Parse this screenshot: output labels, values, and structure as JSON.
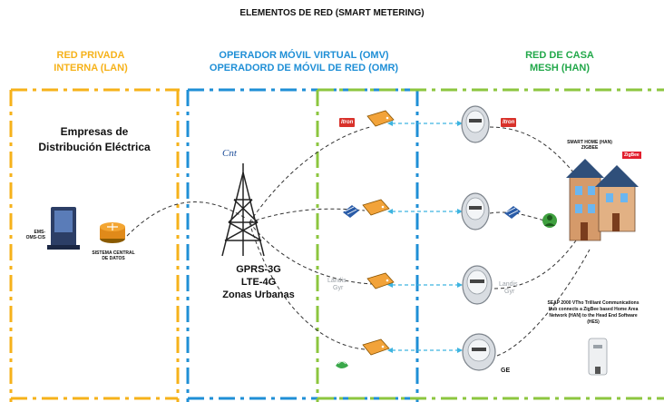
{
  "title": "ELEMENTOS DE RED (SMART METERING)",
  "sections": {
    "lan": {
      "line1": "RED PRIVADA",
      "line2": "INTERNA (LAN)"
    },
    "omv": {
      "line1": "OPERADOR MÓVIL VIRTUAL (OMV)",
      "line2": "OPERADORD DE MÓVIL DE RED (OMR)"
    },
    "han": {
      "line1": "RED DE CASA",
      "line2": "MESH (HAN)"
    }
  },
  "company": "Empresas de Distribución Eléctrica",
  "server_label": {
    "line1": "EMS-",
    "line2": "OMS-CIS"
  },
  "central_label": {
    "line1": "SISTEMA CENTRAL",
    "line2": "DE DATOS"
  },
  "network": {
    "line1": "GPRS-3G",
    "line2": "LTE-4G",
    "line3": "Zonas Urbanas"
  },
  "smart_home": {
    "line1": "SMART HOME (HAN)",
    "line2": "ZIGBEE"
  },
  "seap_text": "SEAP 2000 VTho Trilliant Communications Hub connects a ZigBee based Home Area Network (HAN) to the Head End Software (HES)",
  "ge_label": "GE",
  "brands": {
    "itron": "Itron",
    "cnt": "Cnt",
    "landis_1": "Landis",
    "landis_2": "Gyr",
    "zigbee": "ZigBee"
  },
  "colors": {
    "lan": "#f6b21a",
    "omv": "#1f8fd6",
    "han": "#22a84a",
    "link": "#3db4e0"
  }
}
